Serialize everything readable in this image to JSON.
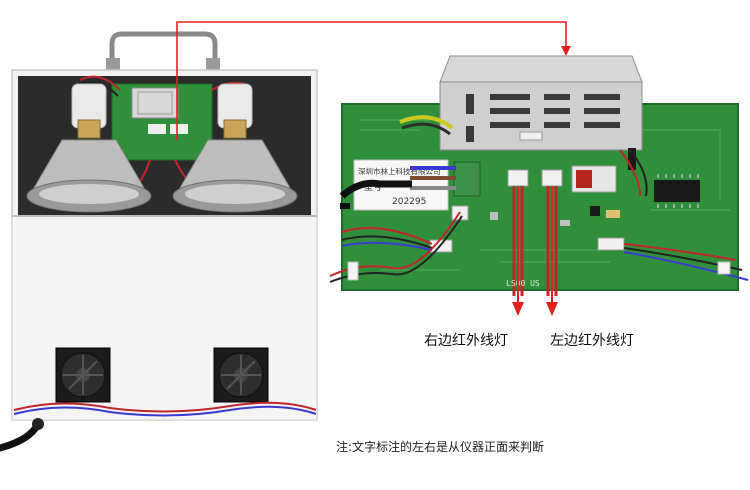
{
  "annotations": {
    "right_ir_lamp": "右边红外线灯",
    "left_ir_lamp": "左边红外线灯",
    "note": "注:文字标注的左右是从仪器正面来判断"
  },
  "board_print": {
    "company": "深圳市林上科技有限公司",
    "model_label": "型号",
    "number": "202295",
    "code": "LS00 US"
  },
  "colors": {
    "arrow_red": "#e32020",
    "pcb_green": "#2f8f3a",
    "housing_white": "#f3f3f3"
  }
}
